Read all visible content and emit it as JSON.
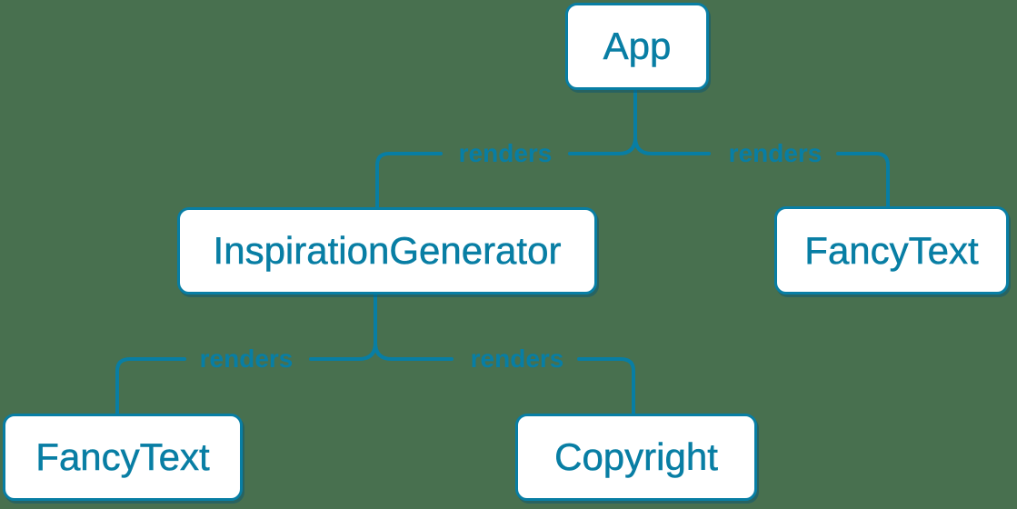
{
  "theme": {
    "accent": "#087ea4",
    "background": "#48704f",
    "node_fill": "#ffffff",
    "node_shadow": "rgba(7,85,116,0.5)"
  },
  "nodes": [
    {
      "id": "app",
      "label": "App"
    },
    {
      "id": "inspiration-generator",
      "label": "InspirationGenerator"
    },
    {
      "id": "fancy-text-top",
      "label": "FancyText"
    },
    {
      "id": "fancy-text-bottom",
      "label": "FancyText"
    },
    {
      "id": "copyright",
      "label": "Copyright"
    }
  ],
  "edges": [
    {
      "from": "App",
      "to": "InspirationGenerator",
      "label": "renders"
    },
    {
      "from": "App",
      "to": "FancyText",
      "label": "renders"
    },
    {
      "from": "InspirationGenerator",
      "to": "FancyText",
      "label": "renders"
    },
    {
      "from": "InspirationGenerator",
      "to": "Copyright",
      "label": "renders"
    }
  ]
}
